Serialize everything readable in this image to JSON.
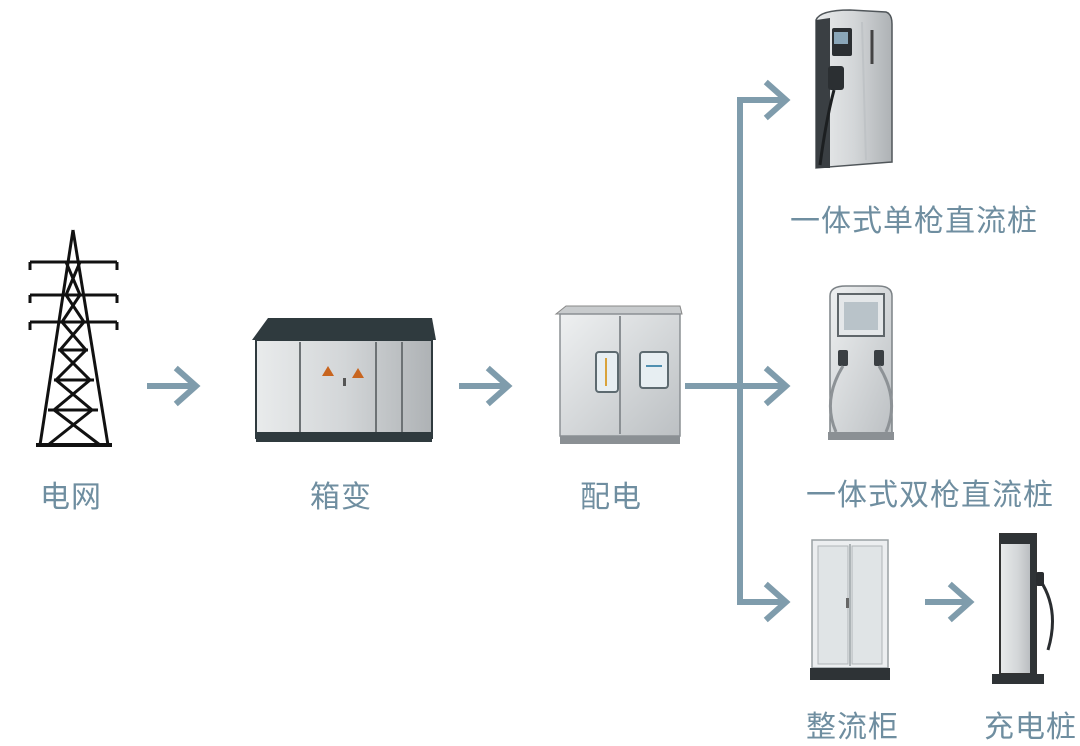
{
  "nodes": {
    "grid": "电网",
    "box_transformer": "箱变",
    "distribution": "配电",
    "single_gun_dc": "一体式单枪直流桩",
    "dual_gun_dc": "一体式双枪直流桩",
    "rectifier_cabinet": "整流柜",
    "charging_pile": "充电桩"
  },
  "colors": {
    "arrow": "#7f9cac",
    "label": "#6f8ea0"
  },
  "icons": [
    "transmission-tower-icon",
    "box-transformer-icon",
    "distribution-cabinet-icon",
    "single-gun-charger-icon",
    "dual-gun-charger-icon",
    "rectifier-cabinet-icon",
    "charging-pile-icon"
  ]
}
